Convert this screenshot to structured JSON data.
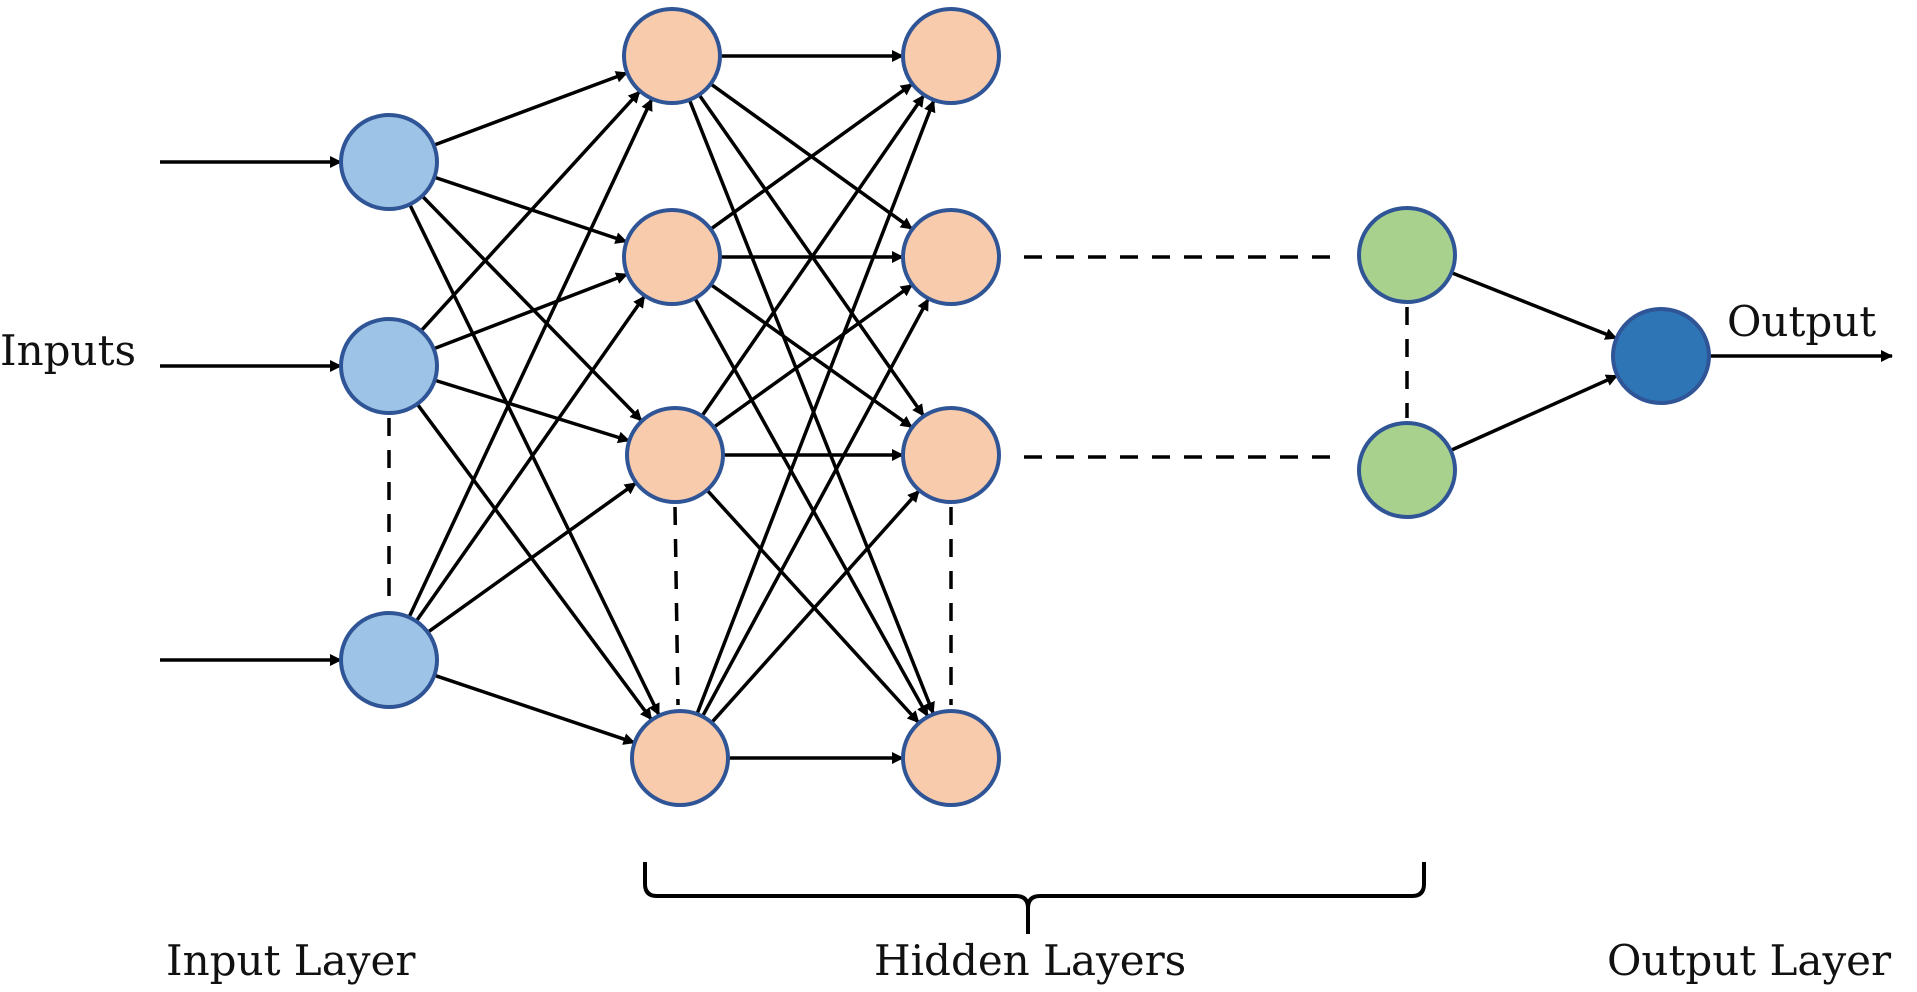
{
  "labels": {
    "inputs": "Inputs",
    "output": "Output",
    "input_layer": "Input Layer",
    "hidden_layers": "Hidden Layers",
    "output_layer": "Output Layer"
  },
  "colors": {
    "input_fill": "#9dc3e6",
    "hidden_fill": "#f8cbad",
    "last_hidden_fill": "#a9d18e",
    "output_fill": "#2e75b6",
    "node_stroke": "#2f5597",
    "edge": "#000000"
  },
  "layers": [
    {
      "name": "input-layer",
      "nodes": 3,
      "has_ellipsis": true
    },
    {
      "name": "hidden-layer-1",
      "nodes": 4,
      "has_ellipsis": true
    },
    {
      "name": "hidden-layer-2",
      "nodes": 4,
      "has_ellipsis": true
    },
    {
      "name": "hidden-layer-last",
      "nodes": 2,
      "has_ellipsis": true
    },
    {
      "name": "output-layer",
      "nodes": 1,
      "has_ellipsis": false
    }
  ]
}
